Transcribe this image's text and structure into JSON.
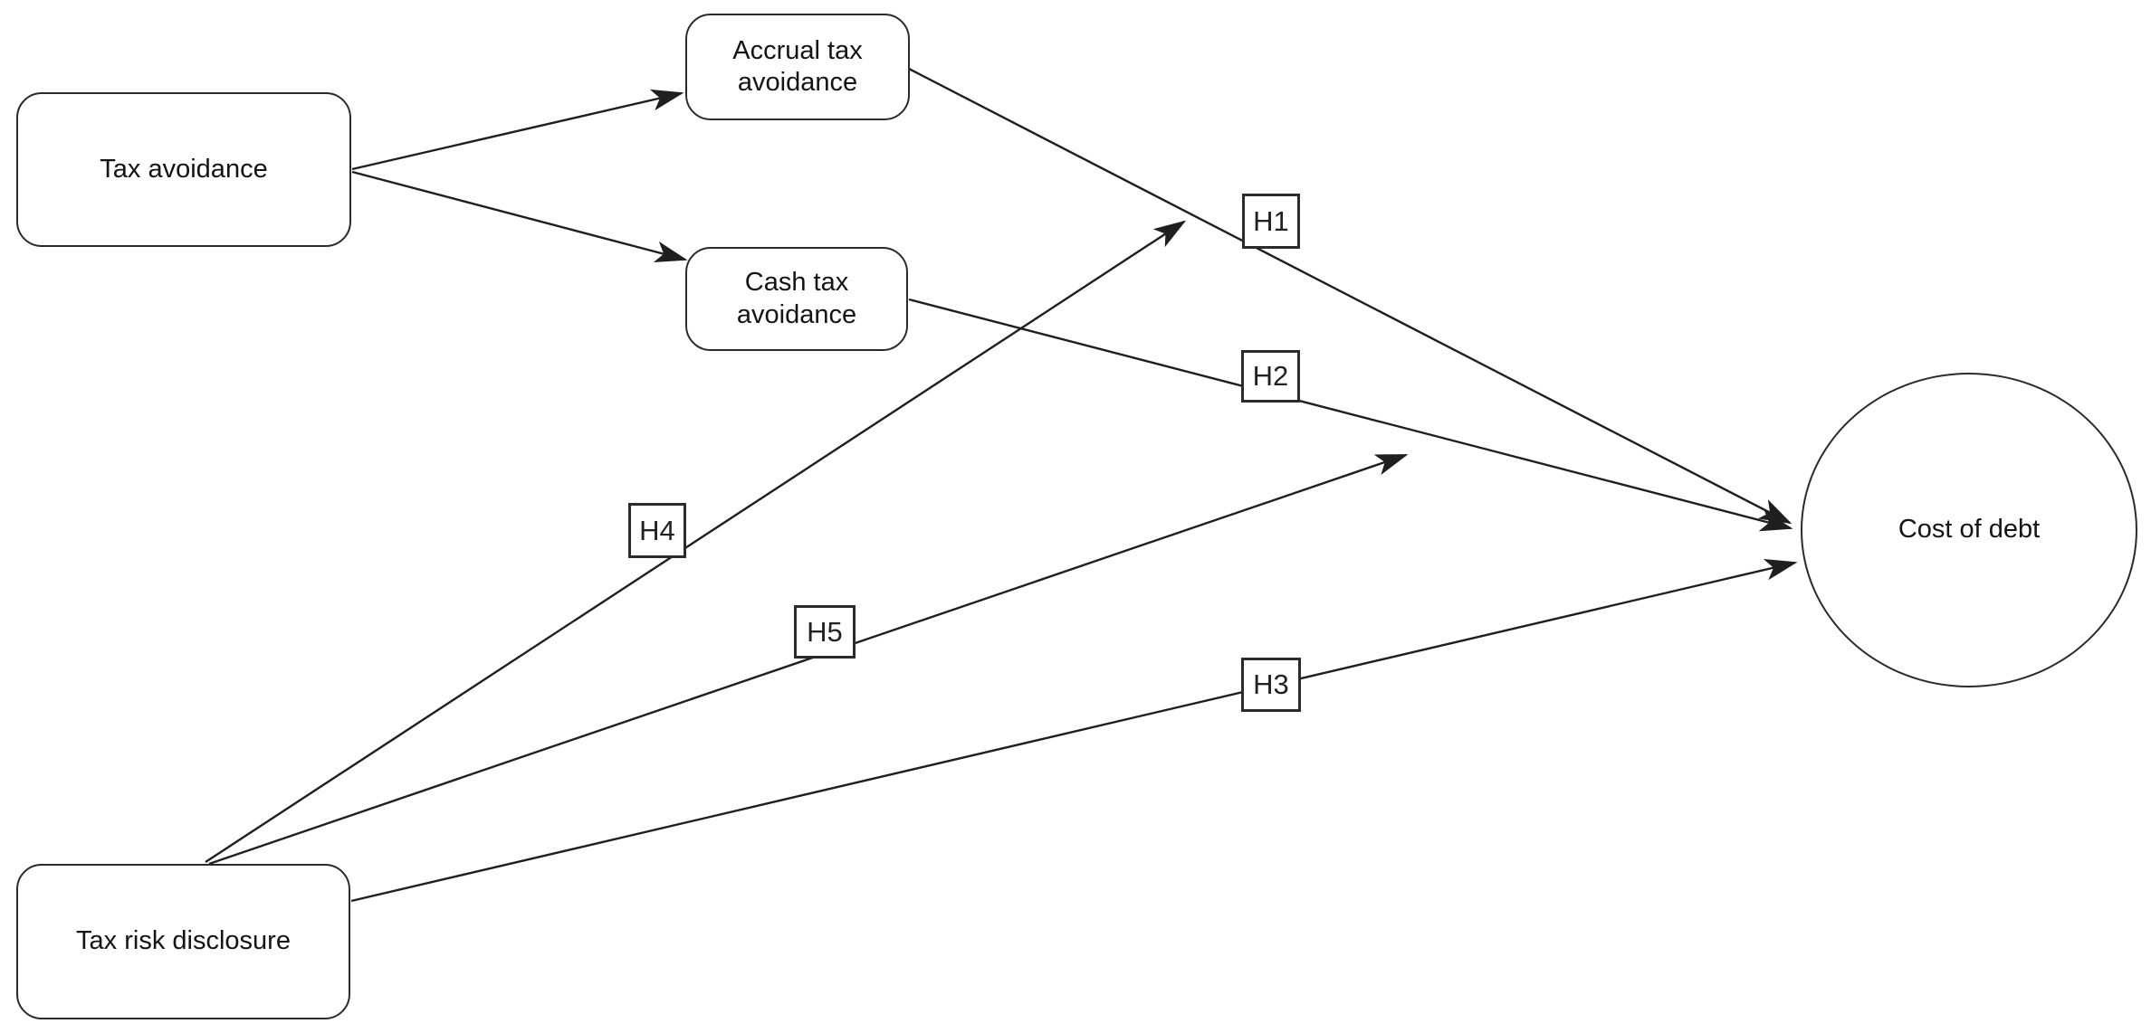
{
  "diagram": {
    "type": "research-model-path-diagram",
    "nodes": {
      "tax_avoidance": {
        "label": "Tax avoidance",
        "shape": "rounded-rectangle"
      },
      "accrual_tax_avoidance": {
        "label": "Accrual tax avoidance",
        "shape": "rounded-rectangle"
      },
      "cash_tax_avoidance": {
        "label": "Cash tax avoidance",
        "shape": "rounded-rectangle"
      },
      "tax_risk_disclosure": {
        "label": "Tax risk disclosure",
        "shape": "rounded-rectangle"
      },
      "cost_of_debt": {
        "label": "Cost of debt",
        "shape": "ellipse"
      }
    },
    "hypotheses": {
      "h1": {
        "label": "H1",
        "path": "accrual_tax_avoidance -> cost_of_debt"
      },
      "h2": {
        "label": "H2",
        "path": "cash_tax_avoidance -> cost_of_debt"
      },
      "h3": {
        "label": "H3",
        "path": "tax_risk_disclosure -> cost_of_debt"
      },
      "h4": {
        "label": "H4",
        "path": "tax_risk_disclosure -> (accrual_tax_avoidance -> cost_of_debt)"
      },
      "h5": {
        "label": "H5",
        "path": "tax_risk_disclosure -> (cash_tax_avoidance -> cost_of_debt)"
      }
    },
    "edges": [
      {
        "from": "tax_avoidance",
        "to": "accrual_tax_avoidance",
        "label": ""
      },
      {
        "from": "tax_avoidance",
        "to": "cash_tax_avoidance",
        "label": ""
      },
      {
        "from": "accrual_tax_avoidance",
        "to": "cost_of_debt",
        "label": "H1"
      },
      {
        "from": "cash_tax_avoidance",
        "to": "cost_of_debt",
        "label": "H2"
      },
      {
        "from": "tax_risk_disclosure",
        "to": "cost_of_debt",
        "label": "H3"
      },
      {
        "from": "tax_risk_disclosure",
        "to": "H1_path",
        "label": "H4"
      },
      {
        "from": "tax_risk_disclosure",
        "to": "H2_path",
        "label": "H5"
      }
    ],
    "colors": {
      "stroke": "#2b2b2b",
      "fill": "#ffffff",
      "text": "#141414"
    }
  }
}
